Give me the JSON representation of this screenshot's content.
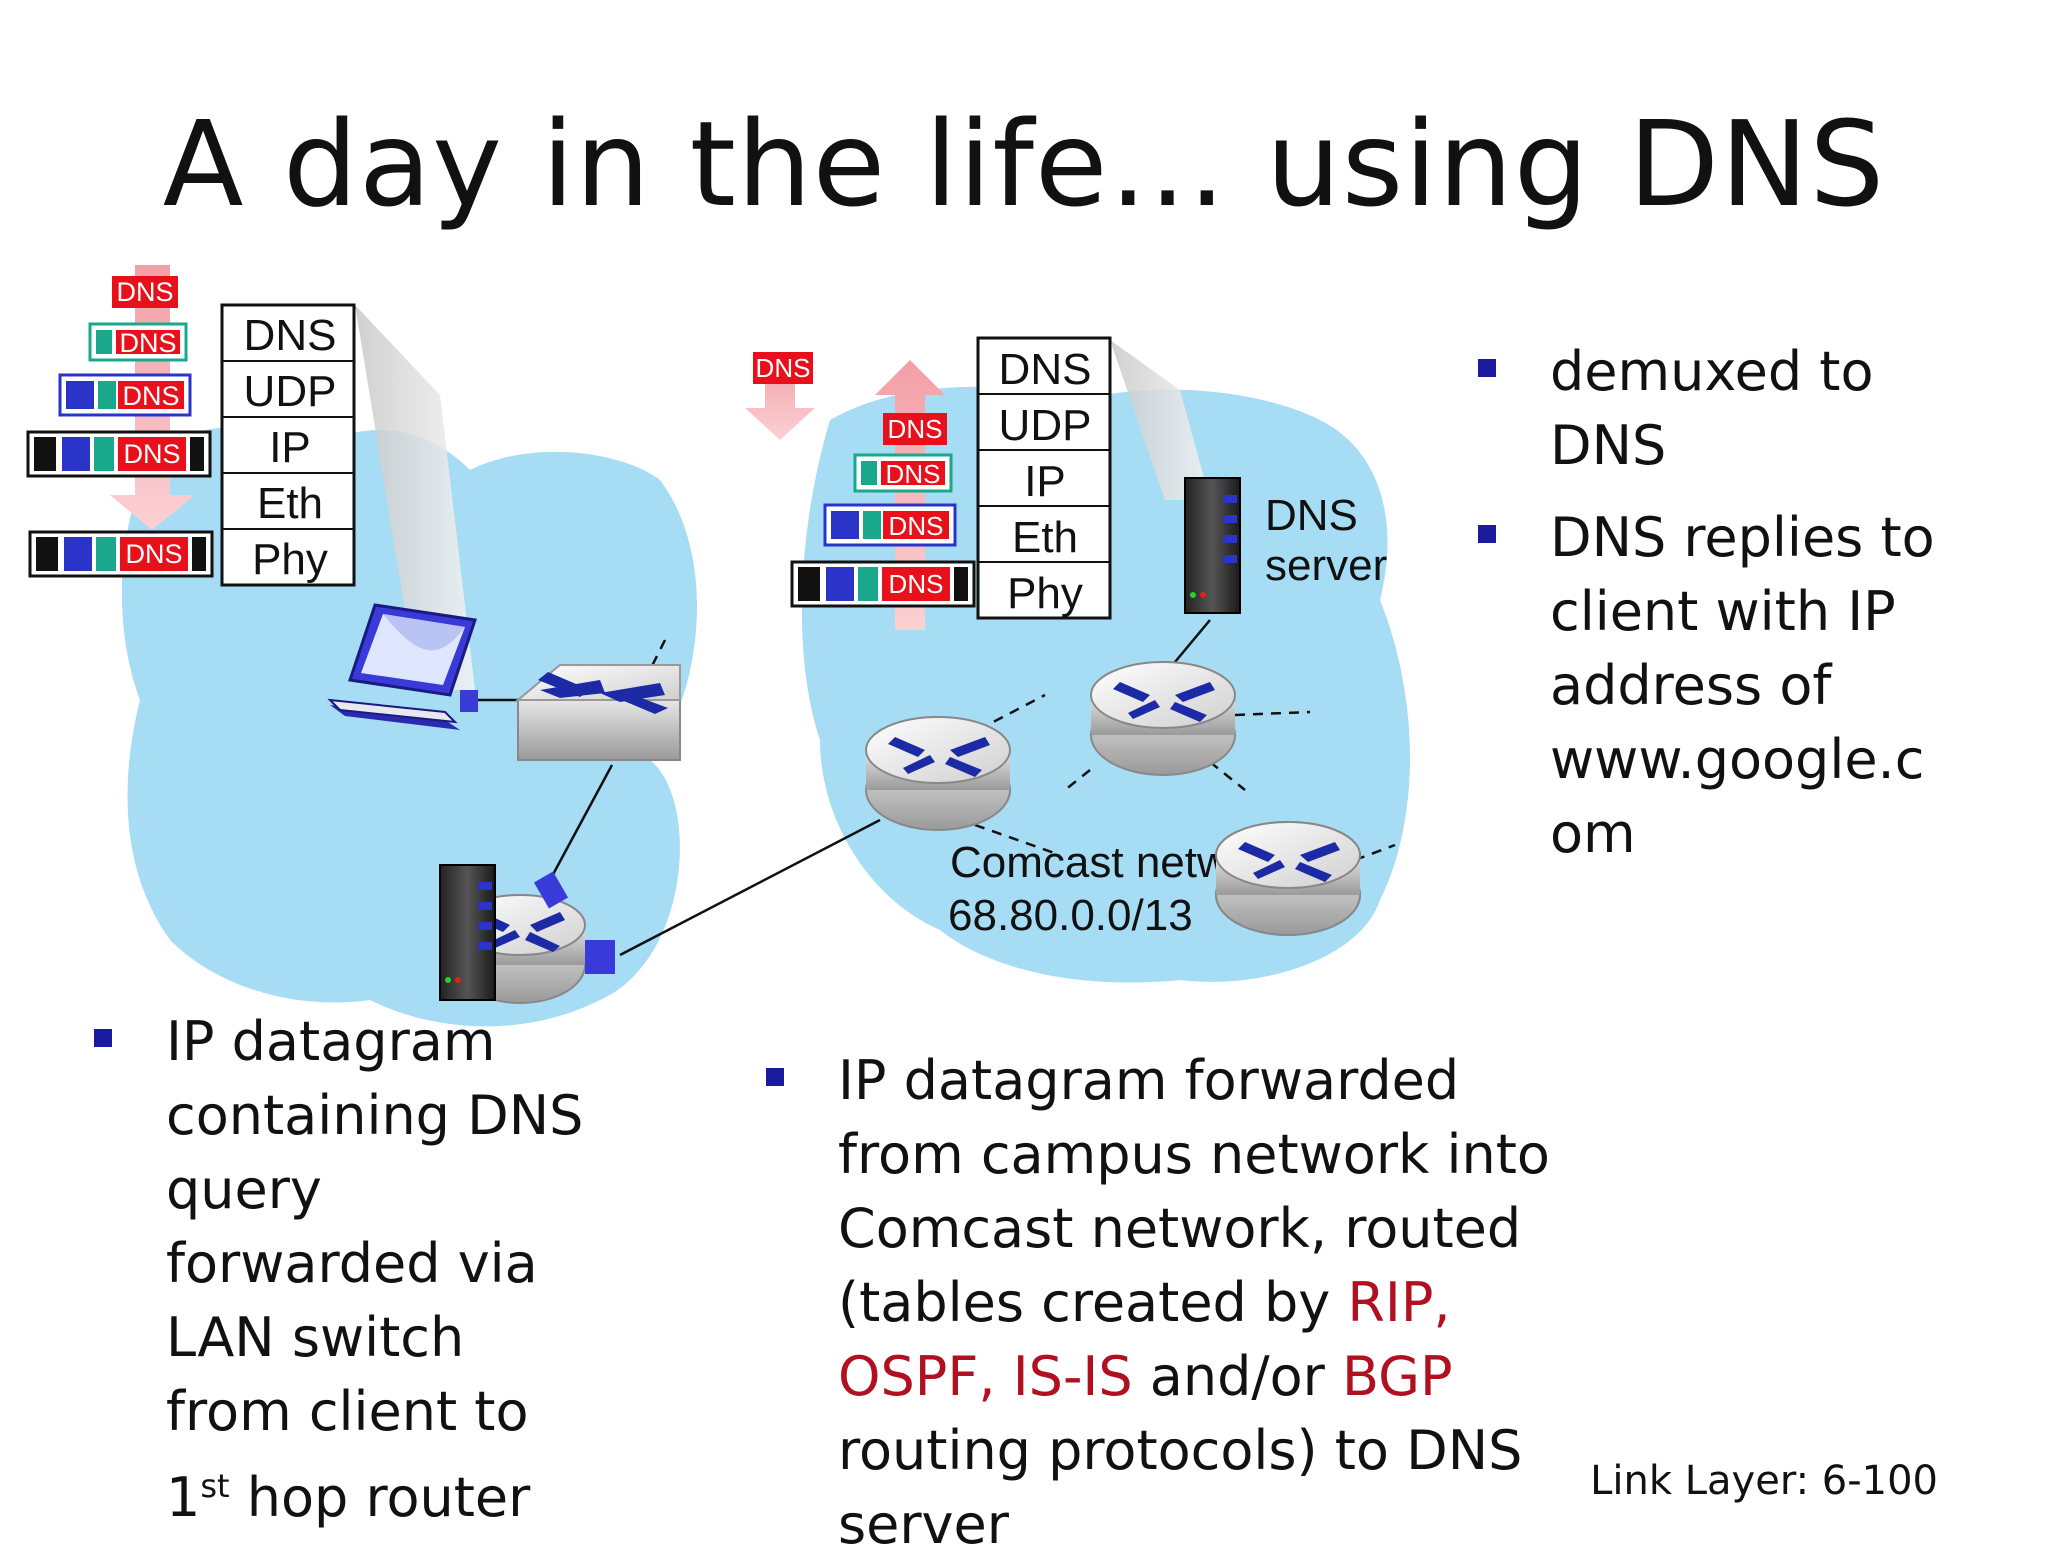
{
  "title": "A day in the life… using DNS",
  "right_bullets": [
    "demuxed to DNS",
    "DNS replies to client with IP address of www.google.com"
  ],
  "right_bullet_lines": [
    [
      "demuxed to",
      "DNS"
    ],
    [
      "DNS replies to",
      "client with IP",
      "address of",
      "www.google.c",
      "om"
    ]
  ],
  "left_bullet_lines": [
    "IP datagram",
    "containing DNS",
    "query",
    "forwarded via",
    "LAN switch",
    "from client to"
  ],
  "left_bullet_last": {
    "prefix": "1",
    "sup": "st",
    "suffix": " hop router"
  },
  "middle_bullet": {
    "line1": "IP datagram forwarded",
    "line2": "from campus network into",
    "line3": "Comcast network, routed",
    "line4_pre": "(tables created by ",
    "line4_red": "RIP,",
    "line5_red": "OSPF, IS-IS",
    "line5_mid": " and/or ",
    "line5_red2": "BGP",
    "line6": "routing protocols) to DNS",
    "line7": "server"
  },
  "footer": "Link Layer: 6-100",
  "stack_left": [
    "DNS",
    "UDP",
    "IP",
    "Eth",
    "Phy"
  ],
  "stack_right": [
    "DNS",
    "UDP",
    "IP",
    "Eth",
    "Phy"
  ],
  "packet_label": "DNS",
  "dns_server_label": [
    "DNS",
    "server"
  ],
  "comcast_label": [
    "Comcast netw",
    "68.80.0.0/13"
  ],
  "colors": {
    "cloud": "#a6ddf5",
    "packet_red": "#e8101a",
    "packet_teal": "#1aa88c",
    "packet_blue": "#2b34c8",
    "bullet": "#1a1a9c",
    "red_text": "#b01020"
  }
}
